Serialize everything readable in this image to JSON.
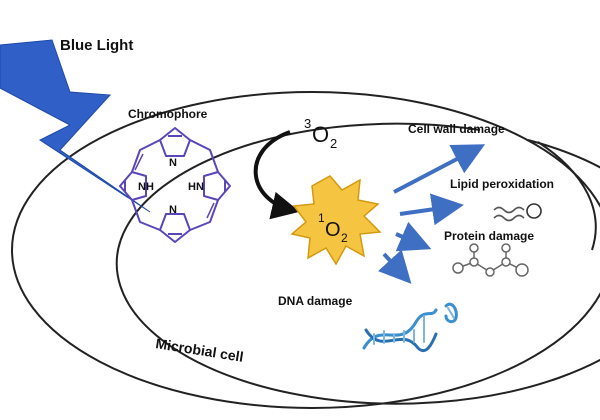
{
  "labels": {
    "blue_light": "Blue Light",
    "chromophore": "Chromophore",
    "cell_wall_damage": "Cell wall damage",
    "lipid_peroxidation": "Lipid peroxidation",
    "protein_damage": "Protein damage",
    "dna_damage": "DNA damage",
    "microbial_cell": "Microbial cell"
  },
  "molecule": {
    "nh_label": "NH",
    "hn_label": "HN",
    "n_top": "N",
    "n_bottom": "N"
  },
  "oxygen": {
    "triplet_sup": "3",
    "triplet_base": "O",
    "triplet_sub": "2",
    "singlet_sup": "1",
    "singlet_base": "O",
    "singlet_sub": "2"
  },
  "colors": {
    "lightning": "#2f5fc7",
    "burst_fill": "#f5c542",
    "burst_stroke": "#d39a10",
    "damage_arrow": "#3f6fc3",
    "molecule": "#5a46b8",
    "dna": "#3a8fcf",
    "outline": "#222222"
  },
  "icons": {
    "lightning": "lightning-bolt-icon",
    "burst": "starburst-icon",
    "lipid": "lipid-icon",
    "protein": "protein-chain-icon",
    "dna": "dna-helix-icon"
  }
}
